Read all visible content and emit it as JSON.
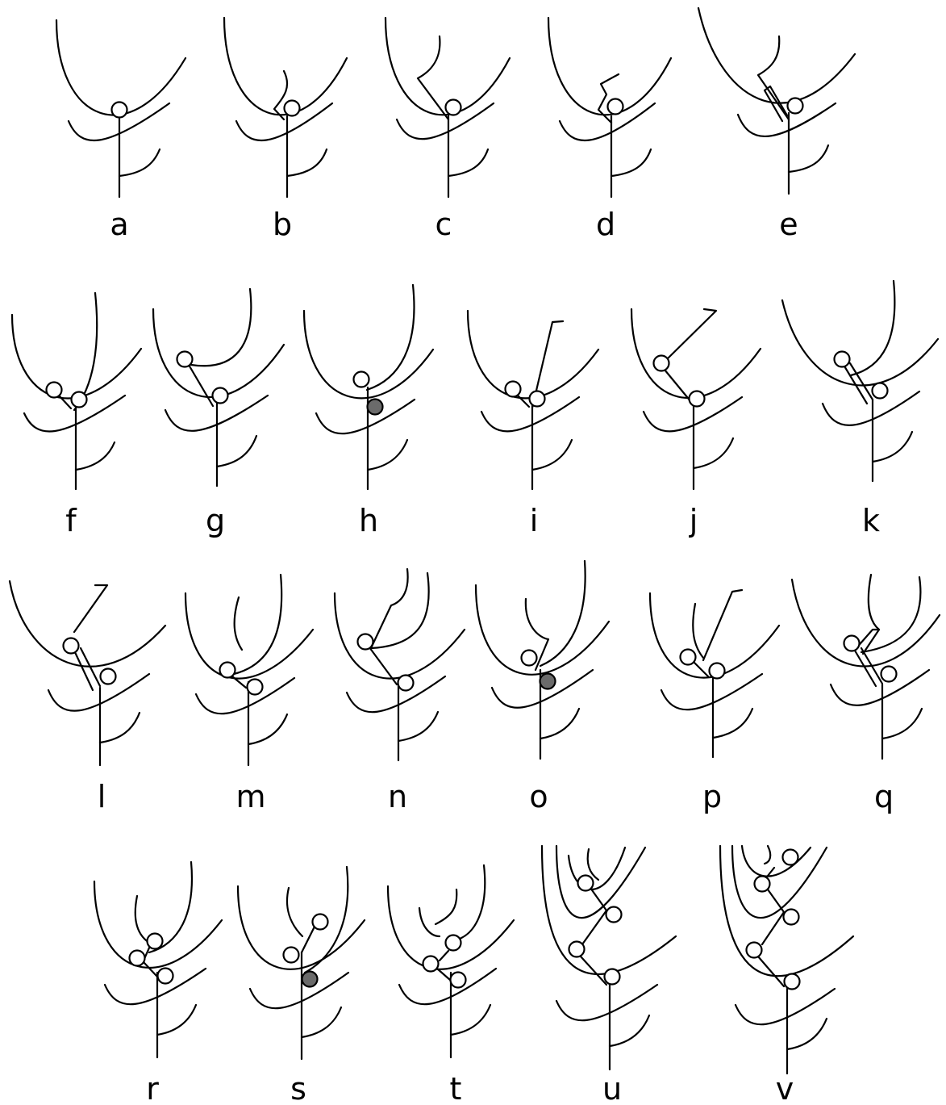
{
  "colors": {
    "stroke": "#000000",
    "open_node_fill": "#ffffff",
    "filled_node_fill": "#6b6b6b",
    "background": "#ffffff"
  },
  "panels": [
    {
      "id": "a",
      "label": "a",
      "filled_node": false
    },
    {
      "id": "b",
      "label": "b",
      "filled_node": false
    },
    {
      "id": "c",
      "label": "c",
      "filled_node": false
    },
    {
      "id": "d",
      "label": "d",
      "filled_node": false
    },
    {
      "id": "e",
      "label": "e",
      "filled_node": false
    },
    {
      "id": "f",
      "label": "f",
      "filled_node": false
    },
    {
      "id": "g",
      "label": "g",
      "filled_node": false
    },
    {
      "id": "h",
      "label": "h",
      "filled_node": true
    },
    {
      "id": "i",
      "label": "i",
      "filled_node": false
    },
    {
      "id": "j",
      "label": "j",
      "filled_node": false
    },
    {
      "id": "k",
      "label": "k",
      "filled_node": false
    },
    {
      "id": "l",
      "label": "l",
      "filled_node": false
    },
    {
      "id": "m",
      "label": "m",
      "filled_node": false
    },
    {
      "id": "n",
      "label": "n",
      "filled_node": false
    },
    {
      "id": "o",
      "label": "o",
      "filled_node": true
    },
    {
      "id": "p",
      "label": "p",
      "filled_node": false
    },
    {
      "id": "q",
      "label": "q",
      "filled_node": false
    },
    {
      "id": "r",
      "label": "r",
      "filled_node": false
    },
    {
      "id": "s",
      "label": "s",
      "filled_node": true
    },
    {
      "id": "t",
      "label": "t",
      "filled_node": false
    },
    {
      "id": "u",
      "label": "u",
      "filled_node": false
    },
    {
      "id": "v",
      "label": "v",
      "filled_node": false
    }
  ]
}
